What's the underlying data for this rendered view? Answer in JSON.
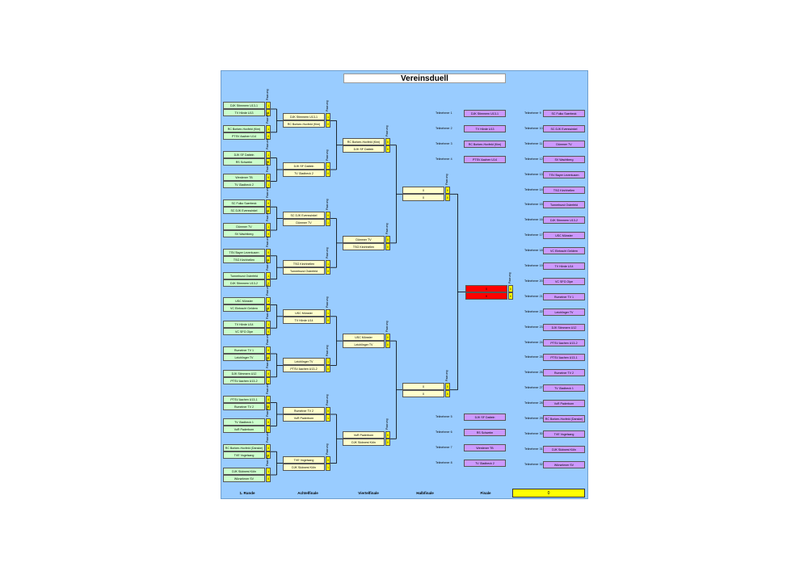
{
  "title": "Vereinsduell",
  "paarung_label": "Paarung",
  "round_labels": [
    "1. Runde",
    "Achtelfinale",
    "Viertelfinale",
    "Halbfinale",
    "Finale"
  ],
  "winner_value": "0",
  "round1": [
    {
      "a": "DJK Stimmern U13-1",
      "sa": "1",
      "b": "TV Hörde U13",
      "sb": "0"
    },
    {
      "a": "RC Borken-Hoxfeld (Kim)",
      "sa": "1",
      "b": "PTSV Aachen U14",
      "sb": "0"
    },
    {
      "a": "DJK SF Datteln",
      "sa": "1",
      "b": "RS Schwelm",
      "sb": "0"
    },
    {
      "a": "Werdener TB",
      "sa": "0",
      "b": "TV Gladbeck 2",
      "sb": "1"
    },
    {
      "a": "SC Fulko Saerbeck",
      "sa": "0",
      "b": "SC DJK Everswinkel",
      "sb": "1"
    },
    {
      "a": "Dümmer TV",
      "sa": "1",
      "b": "SV Wachtberg",
      "sb": "0"
    },
    {
      "a": "TSV Bayer Leverkusen",
      "sa": "0",
      "b": "TSG Kirchhellen",
      "sb": "1"
    },
    {
      "a": "Turnerbund Osterfeld",
      "sa": "1",
      "b": "DJK Stimmern U13-2",
      "sb": "0"
    },
    {
      "a": "USC Münster",
      "sa": "1",
      "b": "VC Eintracht Geldern",
      "sb": "0"
    },
    {
      "a": "TV Hörde U14",
      "sa": "1",
      "b": "VC SFG Olpe",
      "sb": "0"
    },
    {
      "a": "Rumelner TV 1",
      "sa": "0",
      "b": "Leichlinger TV",
      "sb": "1"
    },
    {
      "a": "DJK Stimmern U12",
      "sa": "0",
      "b": "PTSV Aachen U13-2",
      "sb": "1"
    },
    {
      "a": "PTSV Aachen U13-1",
      "sa": "0",
      "b": "Rumelner TV 2",
      "sb": "1"
    },
    {
      "a": "TV Gladbeck 1",
      "sa": "0",
      "b": "VoR Paderborn",
      "sb": "1"
    },
    {
      "a": "RC Borken-Hoxfeld (Danske)",
      "sa": "0",
      "b": "TVE Vogelsang",
      "sb": "1"
    },
    {
      "a": "DJK Südwest Köln",
      "sa": "1",
      "b": "Würselener SV",
      "sb": "0"
    }
  ],
  "round2": [
    {
      "a": "DJK Stimmern U13-1",
      "sa": "1",
      "b": "RC Borken-Hoxfeld (Kim)",
      "sb": "0"
    },
    {
      "a": "DJK SF Datteln",
      "sa": "1",
      "b": "TV Gladbeck 2",
      "sb": "0"
    },
    {
      "a": "SC DJK Everswinkel",
      "sa": "0",
      "b": "Dümmer TV",
      "sb": "1"
    },
    {
      "a": "TSG Kirchhellen",
      "sa": "1",
      "b": "Turnerbund Osterfeld",
      "sb": "0"
    },
    {
      "a": "USC Münster",
      "sa": "1",
      "b": "TV Hörde U14",
      "sb": "0"
    },
    {
      "a": "Leichlinger TV",
      "sa": "1",
      "b": "PTSV Aachen U13-2",
      "sb": "0"
    },
    {
      "a": "Rumelner TV 2",
      "sa": "0",
      "b": "VoR Paderborn",
      "sb": "1"
    },
    {
      "a": "TVE Vogelsang",
      "sa": "0",
      "b": "DJK Südwest Köln",
      "sb": "1"
    }
  ],
  "round3": [
    {
      "a": "RC Borken-Hoxfeld (Kim)",
      "sa": "0",
      "b": "DJK SF Datteln",
      "sb": "0"
    },
    {
      "a": "Dümmer TV",
      "sa": "0",
      "b": "TSG Kirchhellen",
      "sb": "0"
    },
    {
      "a": "USC Münster",
      "sa": "0",
      "b": "Leichlinger TV",
      "sb": "0"
    },
    {
      "a": "VoR Paderborn",
      "sa": "0",
      "b": "DJK Südwest Köln",
      "sb": "0"
    }
  ],
  "round4": [
    {
      "a": "0",
      "sa": "0",
      "b": "0",
      "sb": "0"
    },
    {
      "a": "0",
      "sa": "0",
      "b": "0",
      "sb": "0"
    }
  ],
  "final": {
    "a": "0",
    "sa": "0",
    "b": "0",
    "sb": "0"
  },
  "participants_left_top": [
    {
      "label": "Teilnehmer 1",
      "name": "DJK Stimmern U13-1"
    },
    {
      "label": "Teilnehmer 2",
      "name": "TV Hörde U13"
    },
    {
      "label": "Teilnehmer 3",
      "name": "RC Borken-Hoxfeld (Kim)"
    },
    {
      "label": "Teilnehmer 4",
      "name": "PTSV Aachen U14"
    }
  ],
  "participants_left_bottom": [
    {
      "label": "Teilnehmer 5",
      "name": "DJK SF Datteln"
    },
    {
      "label": "Teilnehmer 6",
      "name": "RS Schwelm"
    },
    {
      "label": "Teilnehmer 7",
      "name": "Werdener TB"
    },
    {
      "label": "Teilnehmer 8",
      "name": "TV Gladbeck 2"
    }
  ],
  "participants_right": [
    {
      "label": "Teilnehmer 9",
      "name": "SC Fulko Saerbeck"
    },
    {
      "label": "Teilnehmer 10",
      "name": "SC DJK Everswinkel"
    },
    {
      "label": "Teilnehmer 11",
      "name": "Dümmer TV"
    },
    {
      "label": "Teilnehmer 12",
      "name": "SV Wachtberg"
    },
    {
      "label": "Teilnehmer 13",
      "name": "TSV Bayer Leverkusen"
    },
    {
      "label": "Teilnehmer 14",
      "name": "TSG Kirchhellen"
    },
    {
      "label": "Teilnehmer 15",
      "name": "Turnerbund Osterfeld"
    },
    {
      "label": "Teilnehmer 16",
      "name": "DJK Stimmern U13-2"
    },
    {
      "label": "Teilnehmer 17",
      "name": "USC Münster"
    },
    {
      "label": "Teilnehmer 18",
      "name": "VC Eintracht Geldern"
    },
    {
      "label": "Teilnehmer 19",
      "name": "TV Hörde U14"
    },
    {
      "label": "Teilnehmer 20",
      "name": "VC SFG Olpe"
    },
    {
      "label": "Teilnehmer 21",
      "name": "Rumelner TV 1"
    },
    {
      "label": "Teilnehmer 22",
      "name": "Leichlinger TV"
    },
    {
      "label": "Teilnehmer 23",
      "name": "DJK Stimmern U12"
    },
    {
      "label": "Teilnehmer 24",
      "name": "PTSV Aachen U13-2"
    },
    {
      "label": "Teilnehmer 25",
      "name": "PTSV Aachen U13-1"
    },
    {
      "label": "Teilnehmer 26",
      "name": "Rumelner TV 2"
    },
    {
      "label": "Teilnehmer 27",
      "name": "TV Gladbeck 1"
    },
    {
      "label": "Teilnehmer 28",
      "name": "VoR Paderborn"
    },
    {
      "label": "Teilnehmer 29",
      "name": "RC Borken-Hoxfeld (Danske)"
    },
    {
      "label": "Teilnehmer 30",
      "name": "TVE Vogelsang"
    },
    {
      "label": "Teilnehmer 31",
      "name": "DJK Südwest Köln"
    },
    {
      "label": "Teilnehmer 32",
      "name": "Würselener SV"
    }
  ]
}
